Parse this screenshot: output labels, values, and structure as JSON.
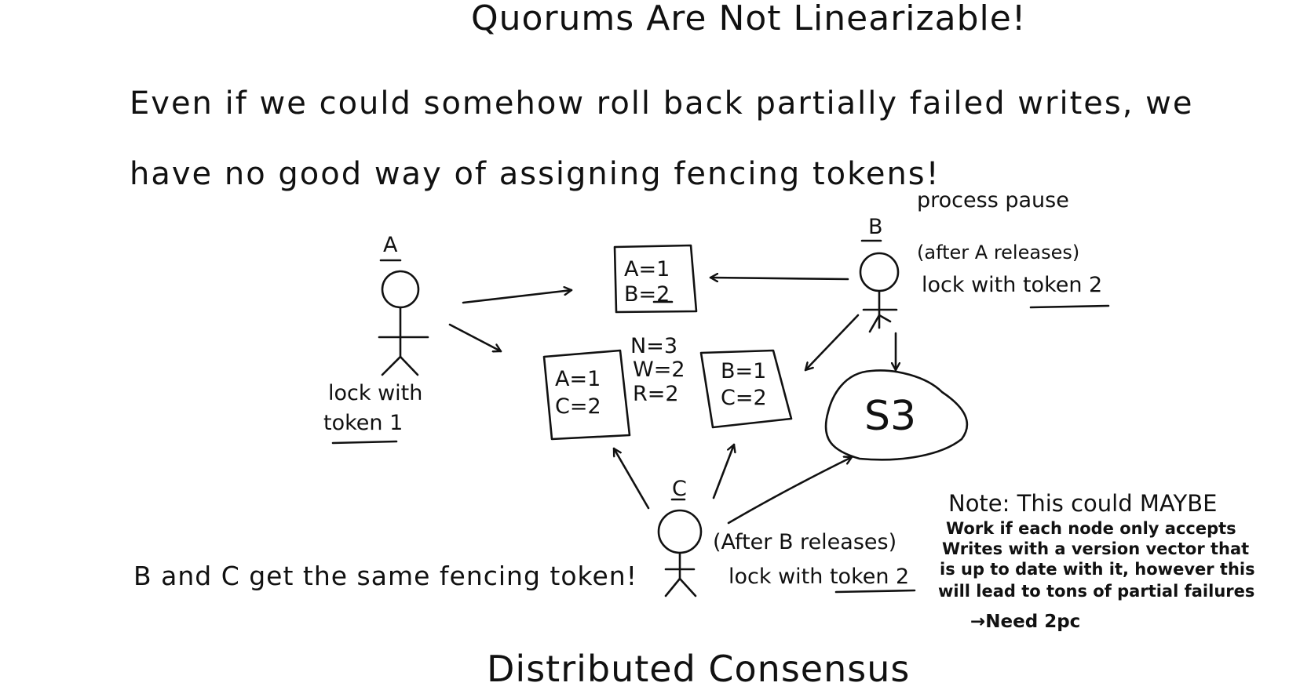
{
  "title": "Quorums Are Not Linearizable!",
  "intro": {
    "line1": "Even if we could somehow roll back partially failed writes, we",
    "line2": "have no good way of assigning fencing tokens!"
  },
  "node_a": {
    "name": "A",
    "caption_line1": "lock with",
    "caption_line2": "token 1"
  },
  "node_b": {
    "name": "B",
    "pause": "process pause",
    "releases": "(after A releases)",
    "lock_prefix": "lock with",
    "lock_token": "token 2"
  },
  "node_c": {
    "name": "C",
    "releases": "(After B releases)",
    "lock_prefix": "lock with",
    "lock_token": "token 2"
  },
  "replicas": {
    "top": {
      "line1": "A=1",
      "line2": "B=2"
    },
    "left": {
      "line1": "A=1",
      "line2": "C=2"
    },
    "right": {
      "line1": "B=1",
      "line2": "C=2"
    }
  },
  "quorum": {
    "n": "N=3",
    "w": "W=2",
    "r": "R=2"
  },
  "storage": "S3",
  "conclusion": "B and C get the same fencing token!",
  "note": {
    "line1": "Note: This could MAYBE",
    "line2": "Work if each node only accepts",
    "line3": "Writes with a version vector that",
    "line4": "is up to date with it, however this",
    "line5": "will lead to tons of partial failures",
    "line6": "→Need 2pc"
  },
  "footer": "Distributed Consensus"
}
